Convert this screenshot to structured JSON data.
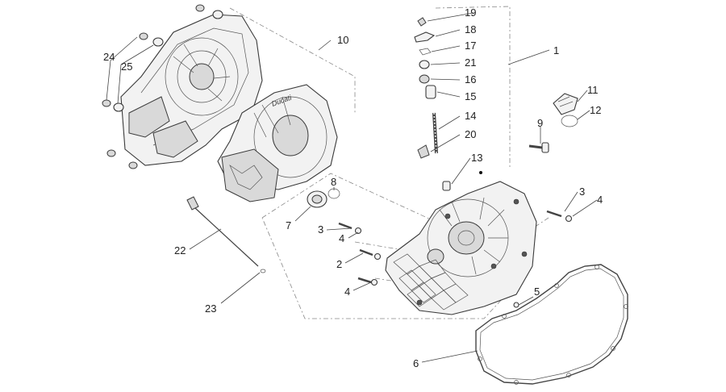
{
  "callouts": {
    "c1": "1",
    "c2": "2",
    "c3a": "3",
    "c3b": "3",
    "c4a": "4",
    "c4b": "4",
    "c4c": "4",
    "c5": "5",
    "c6": "6",
    "c7": "7",
    "c8": "8",
    "c9": "9",
    "c10": "10",
    "c11": "11",
    "c12": "12",
    "c13": "13",
    "c14": "14",
    "c15": "15",
    "c16": "16",
    "c17": "17",
    "c18": "18",
    "c19": "19",
    "c20": "20",
    "c21": "21",
    "c22": "22",
    "c23": "23",
    "c24": "24",
    "c25": "25"
  },
  "decal_text": "Ducati",
  "colors": {
    "line": "#3a3a3a",
    "fill": "#f2f2f2",
    "text": "#222222"
  }
}
